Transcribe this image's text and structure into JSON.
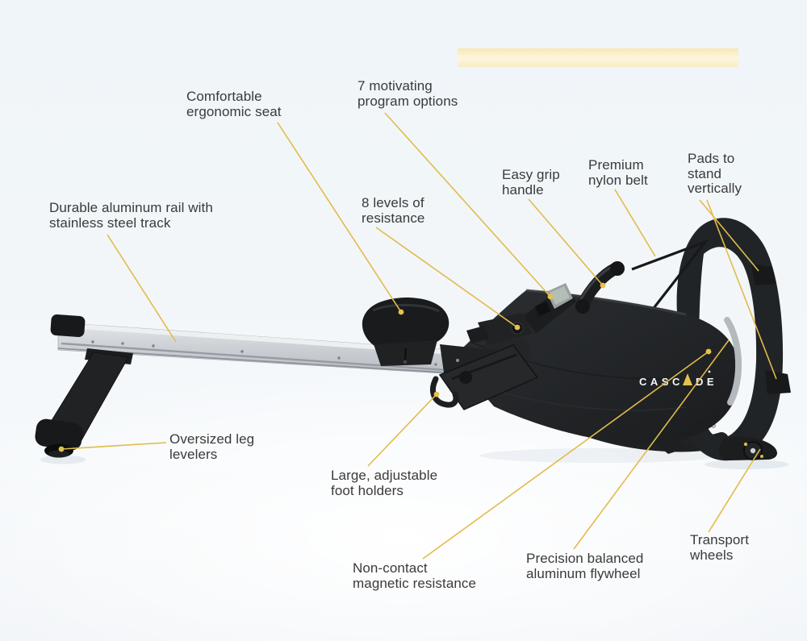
{
  "brand": {
    "full_name": "CASCADE",
    "logo_left": "CASC",
    "logo_right": "DE"
  },
  "colors": {
    "accent_gold": "#e3bd45",
    "machine_black": "#1f2123",
    "rail_silver": "#c9cdd2",
    "highlight_bar": "#fbeec6",
    "label_text": "#3a3a3a",
    "logo_white": "#f5f6f7"
  },
  "callouts": {
    "rail": {
      "text": "Durable aluminum rail with\nstainless steel track"
    },
    "seat": {
      "text": "Comfortable\nergonomic seat"
    },
    "programs": {
      "text": "7 motivating\nprogram options"
    },
    "resistance": {
      "text": "8 levels of\nresistance"
    },
    "handle": {
      "text": "Easy grip\nhandle"
    },
    "belt": {
      "text": "Premium\nnylon belt"
    },
    "pads": {
      "text": "Pads to\nstand\nvertically"
    },
    "levelers": {
      "text": "Oversized leg\nlevelers"
    },
    "footholders": {
      "text": "Large, adjustable\nfoot holders"
    },
    "noncontact": {
      "text": "Non-contact\nmagnetic resistance"
    },
    "flywheel": {
      "text": "Precision balanced\naluminum flywheel"
    },
    "wheels": {
      "text": "Transport\nwheels"
    }
  }
}
